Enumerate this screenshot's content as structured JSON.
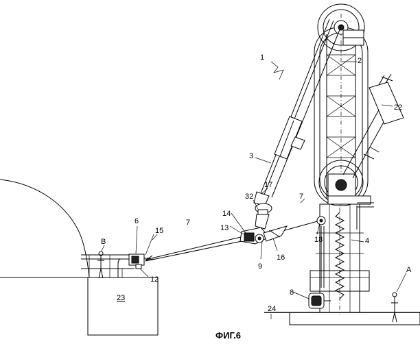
{
  "labels": {
    "l1": "1",
    "l2": "2",
    "l3": "3",
    "l4": "4",
    "l6": "6",
    "l7a": "7",
    "l7b": "7",
    "l8": "8",
    "l9": "9",
    "l12": "12",
    "l13": "13",
    "l14": "14",
    "l15": "15",
    "l16": "16",
    "l17": "17",
    "l18": "18",
    "l22": "22",
    "l23": "23",
    "l24": "24",
    "l32": "32",
    "lA": "A",
    "lB": "B"
  },
  "caption": "ФИГ.6"
}
